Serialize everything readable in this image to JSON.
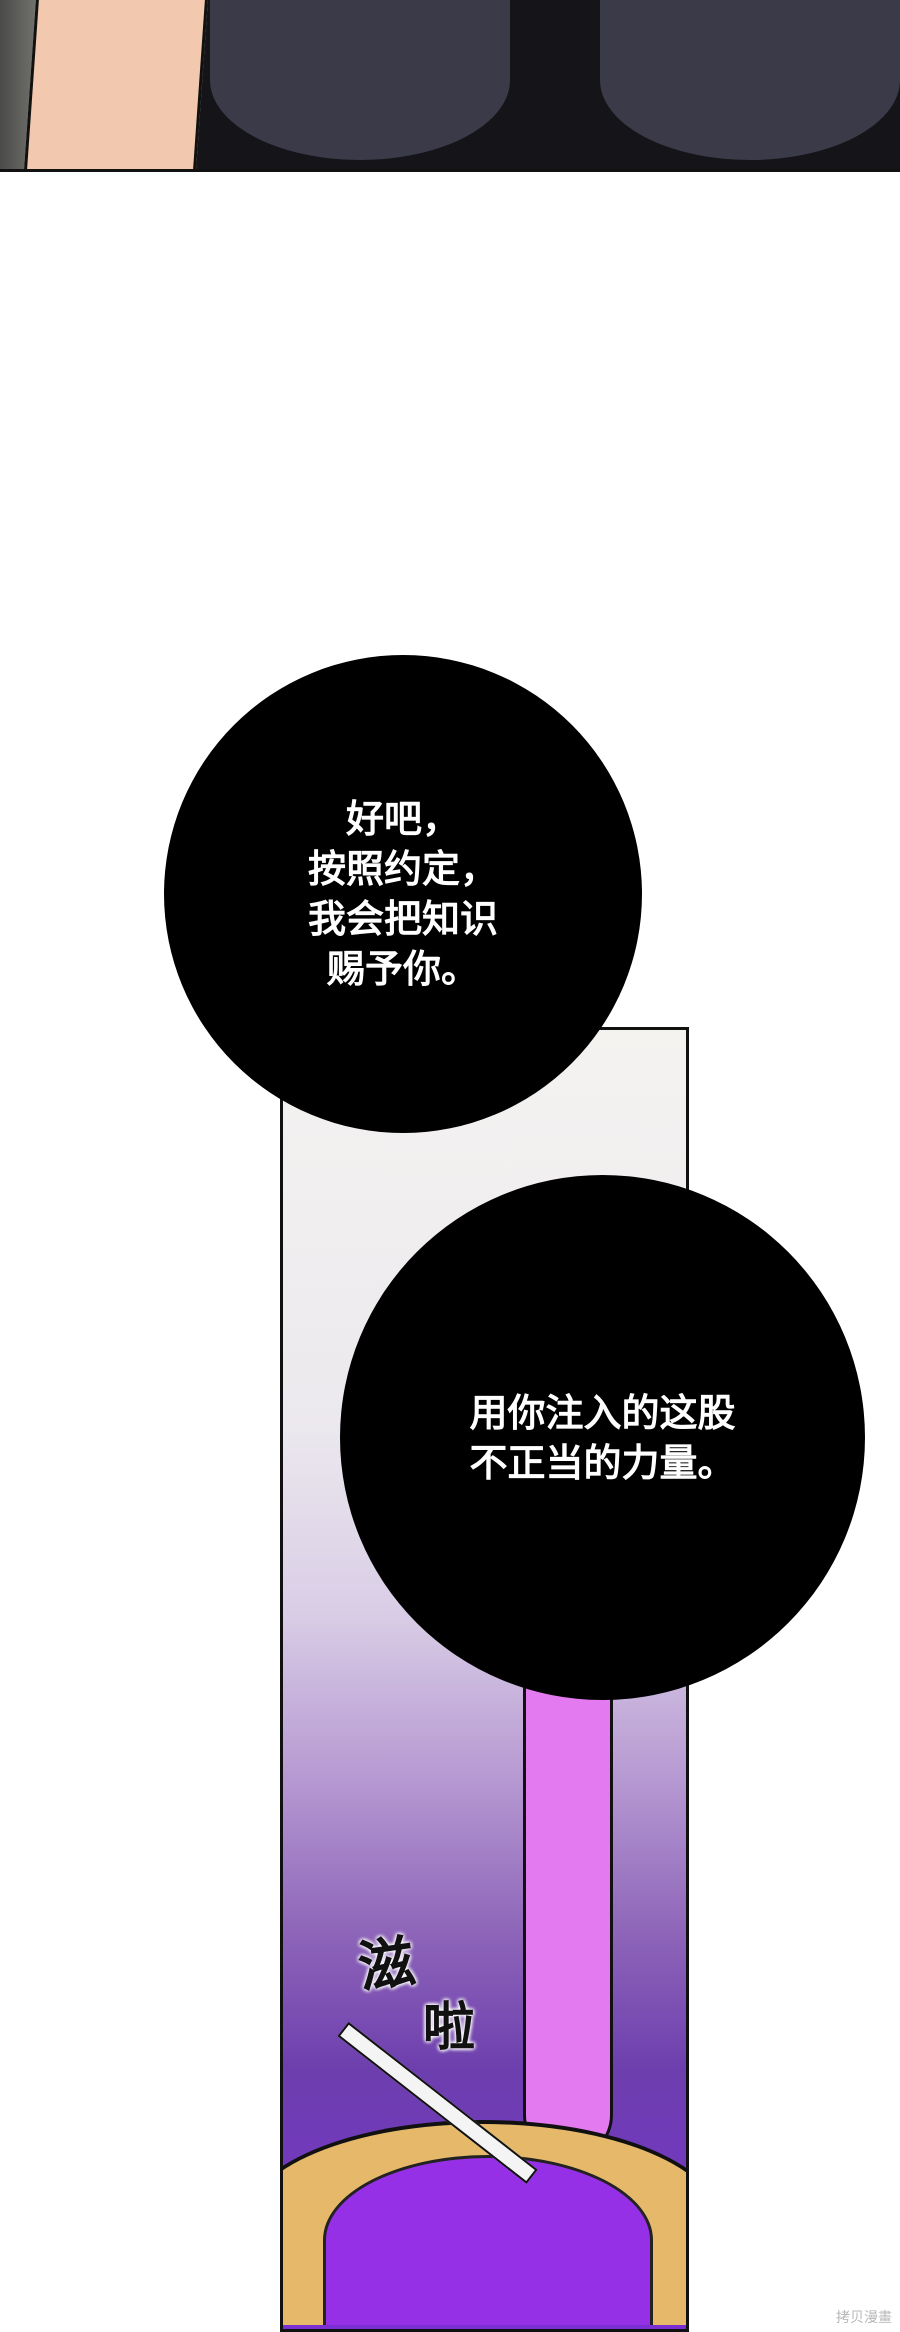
{
  "bubbles": [
    {
      "text": "好吧，\n按照约定，\n我会把知识\n赐予你。"
    },
    {
      "text": "用你注入的这股\n不正当的力量。"
    }
  ],
  "sfx": [
    "滋",
    "啦"
  ],
  "watermark": "拷贝漫畫",
  "colors": {
    "bubble": "#000000",
    "energy": "#e47af0",
    "hair": "#e6b96a",
    "smoke": "#6d3fae"
  }
}
